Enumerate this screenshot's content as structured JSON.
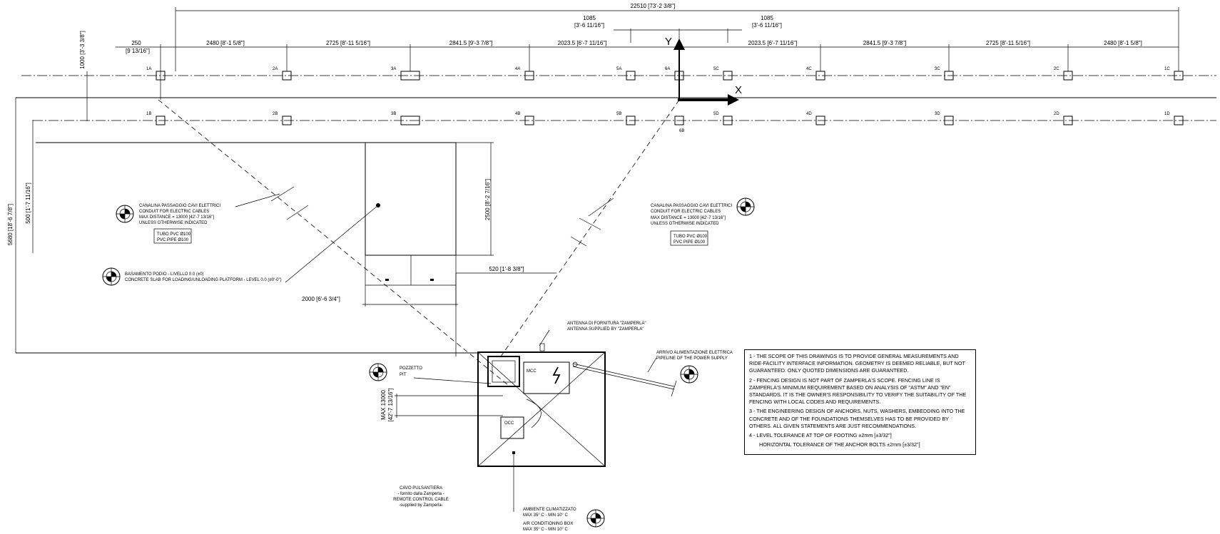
{
  "axes": {
    "x_label": "X",
    "y_label": "Y"
  },
  "dimensions": {
    "overall": "22510 [73'-2 3/8\"]",
    "left_offset": "250",
    "left_offset_imp": "[9 13/16\"]",
    "row_gap": "1000 [3'-3 3/8\"]",
    "top_row": [
      "2480 [8'-1 5/8\"]",
      "2725 [8'-11 5/16\"]",
      "2841.5 [9'-3 7/8\"]",
      "2023.5 [6'-7 11/16\"]",
      "2023.5 [6'-7 11/16\"]",
      "2841.5 [9'-3 7/8\"]",
      "2725 [8'-11 5/16\"]",
      "2480 [8'-1 5/8\"]"
    ],
    "center_left": "1085",
    "center_left_imp": "[3'-6 11/16\"]",
    "center_right": "1085",
    "center_right_imp": "[3'-6 11/16\"]",
    "vert_total": "5680 [18'-6 7/8\"]",
    "vert_500": "500 [1'-7 11/16\"]",
    "slab_height": "2500 [8'-2 7/16\"]",
    "slab_width": "2000 [6'-6 3/4\"]",
    "slab_offset": "520 [1'-8 3/8\"]",
    "max_13000": "MAX 13000",
    "max_13000_imp": "[42'-7 13/16\"]"
  },
  "grid_labels": {
    "top": [
      "1A",
      "2A",
      "3A",
      "4A",
      "5A",
      "6A",
      "5C",
      "4C",
      "3C",
      "2C",
      "1C"
    ],
    "bottom": [
      "1B",
      "2B",
      "3B",
      "4B",
      "5B",
      "6B",
      "5D",
      "4D",
      "3D",
      "2D",
      "1D"
    ]
  },
  "callouts": {
    "conduit_left": {
      "l1": "CANALINA PASSAGGIO CAVI ELETTRICI",
      "l2": "CONDUIT FOR ELECTRIC CABLES",
      "l3": "MAX DISTANCE = 13000 [42'-7 13/16\"]",
      "l4": "UNLESS OTHERWISE INDICATED",
      "b1": "TUBO PVC Ø100",
      "b2": "PVC PIPE Ø100"
    },
    "conduit_right": {
      "l1": "CANALINA PASSAGGIO CAVI ELETTRICI",
      "l2": "CONDUIT FOR ELECTRIC CABLES",
      "l3": "MAX DISTANCE = 13000 [42'-7 13/16\"]",
      "l4": "UNLESS OTHERWISE INDICATED",
      "b1": "TUBO PVC Ø100",
      "b2": "PVC PIPE Ø100"
    },
    "slab": {
      "l1": "BASAMENTO PODIO - LIVELLO 0.0 (±0)",
      "l2": "CONCRETE SLAB FOR LOADING/UNLOADING PLATFORM - LEVEL 0.0 (±0'-0\")"
    },
    "antenna": {
      "l1": "ANTENNA DI FORNITURA \"ZAMPERLA\"",
      "l2": "ANTENNA SUPPLIED BY \"ZAMPERLA\""
    },
    "power": {
      "l1": "ARRIVO ALIMENTAZIONE ELETTRICA",
      "l2": "PIPELINE OF THE POWER SUPPLY"
    },
    "pit": {
      "l1": "POZZETTO",
      "l2": "PIT"
    },
    "cable": {
      "l1": "CAVO PULSANTIERA",
      "l2": "- fornito dalla Zamperla -",
      "l3": "REMOTE CONTROL CABLE",
      "l4": "-supplied by Zamperla-"
    },
    "aircon": {
      "l1": "AMBIENTE CLIMATIZZATO",
      "l2": "MAX 35° C - MIN 10° C",
      "l3": "AIR CONDITIONING BOX",
      "l4": "MAX 35° C - MIN 10° C"
    }
  },
  "box_labels": {
    "mcc": "MCC",
    "occ": "OCC"
  },
  "notes": [
    "1 - THE SCOPE OF THIS DRAWINGS IS TO PROVIDE GENERAL MEASUREMENTS AND RIDE-FACILITY INTERFACE INFORMATION. GEOMETRY IS DEEMED RELIABLE, BUT NOT GUARANTEED. ONLY QUOTED DIMENSIONS ARE GUARANTEED.",
    "2 - FENCING DESIGN IS NOT PART OF ZAMPERLA'S SCOPE. FENCING LINE IS ZAMPERLA'S MINIMUM REQUIREMENT BASED ON ANALYSIS OF \"ASTM\" AND \"EN\" STANDARDS. IT IS THE OWNER'S RESPONSIBILITY TO VERIFY THE SUITABILITY OF THE FENCING WITH LOCAL CODES AND REQUIREMENTS.",
    "3 - THE ENGINEERING DESIGN OF ANCHORS, NUTS, WASHERS, EMBEDDING INTO THE CONCRETE AND OF THE FOUNDATIONS THEMSELVES HAS TO BE PROVIDED BY OTHERS. ALL GIVEN STATEMENTS ARE JUST RECOMMENDATIONS.",
    "4 - LEVEL TOLERANCE AT TOP OF FOOTING ±2mm [±3/32\"]",
    "HORIZONTAL TOLERANCE OF THE ANCHOR BOLTS ±2mm [±3/32\"]"
  ]
}
